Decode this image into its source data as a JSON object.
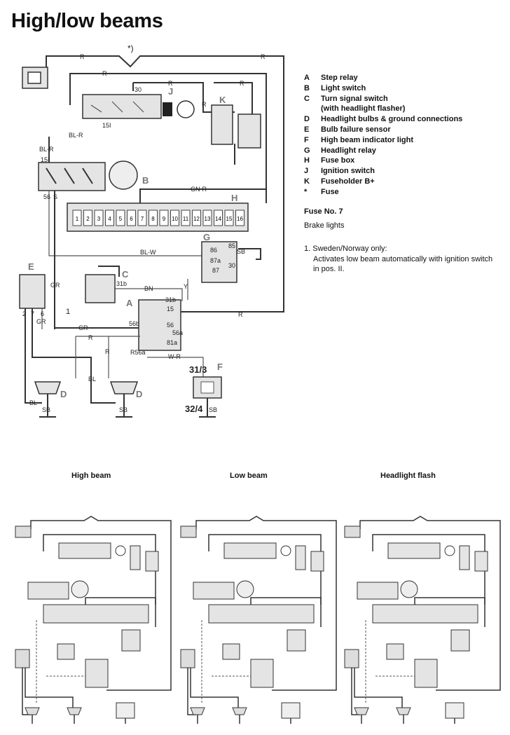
{
  "title": "High/low beams",
  "legend": [
    {
      "key": "A",
      "text": "Step relay"
    },
    {
      "key": "B",
      "text": "Light switch"
    },
    {
      "key": "C",
      "text": "Turn signal switch"
    },
    {
      "key": "",
      "text": "(with headlight flasher)"
    },
    {
      "key": "D",
      "text": "Headlight bulbs & ground connections"
    },
    {
      "key": "E",
      "text": "Bulb failure sensor"
    },
    {
      "key": "F",
      "text": "High beam indicator light"
    },
    {
      "key": "G",
      "text": "Headlight relay"
    },
    {
      "key": "H",
      "text": "Fuse box"
    },
    {
      "key": "J",
      "text": "Ignition switch"
    },
    {
      "key": "K",
      "text": "Fuseholder B+"
    },
    {
      "key": "*",
      "text": "Fuse"
    }
  ],
  "fuse": {
    "title": "Fuse No. 7",
    "desc": "Brake lights"
  },
  "note": {
    "head": "1. Sweden/Norway only:",
    "body": "Activates low beam automatically with ignition switch in pos. II."
  },
  "diagram": {
    "components": [
      "A",
      "B",
      "C",
      "D",
      "D",
      "E",
      "F",
      "G",
      "H",
      "J",
      "K"
    ],
    "footnote_mark": "*)",
    "wire_colors": [
      "R",
      "BL-R",
      "GN-R",
      "BL-W",
      "BN",
      "GR",
      "W-R",
      "BL",
      "Y"
    ],
    "terminals": [
      "30",
      "15I",
      "56",
      "S",
      "86",
      "85",
      "87a",
      "87",
      "30",
      "31b",
      "15",
      "31b",
      "56b",
      "56",
      "56a",
      "81a",
      "R56a",
      "SB",
      "1"
    ],
    "fuse_numbers": [
      "1",
      "2",
      "3",
      "4",
      "5",
      "6",
      "7",
      "8",
      "9",
      "10",
      "11",
      "12",
      "13",
      "14",
      "15",
      "16"
    ],
    "indicator_top": "31/3",
    "indicator_bottom": "32/4",
    "bulb_pins": [
      "2",
      "7",
      "6"
    ]
  },
  "panels": [
    {
      "title": "High beam"
    },
    {
      "title": "Low beam"
    },
    {
      "title": "Headlight flash"
    }
  ]
}
